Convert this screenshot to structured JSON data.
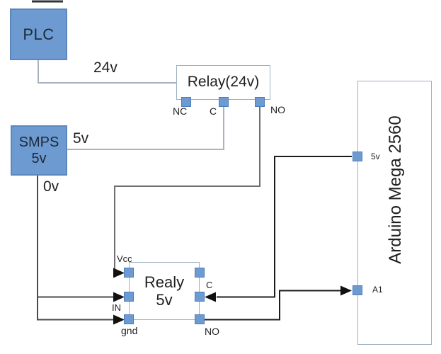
{
  "colors": {
    "bg": "#ffffff",
    "node-fill": "#6d9bd1",
    "node-border": "#5b87bc",
    "pin-fill": "#6d9bd1",
    "pin-border": "#4d7db8",
    "outline": "#9fb0c2",
    "wire-light": "#a8b2c0",
    "wire-gray": "#6f6f6f",
    "wire-dark": "#4a4a4a",
    "wire-black": "#1c1c1c",
    "arrow": "#111111",
    "text": "#1f1f1f"
  },
  "nodes": {
    "plc": {
      "label": "PLC"
    },
    "smps": {
      "line1": "SMPS",
      "line2": "5v"
    },
    "relay24": {
      "label": "Relay(24v)",
      "pin_nc": "NC",
      "pin_c": "C",
      "pin_no": "NO"
    },
    "relay5": {
      "line1": "Realy",
      "line2": "5v",
      "pin_vcc": "Vcc",
      "pin_in": "IN",
      "pin_gnd": "gnd",
      "pin_c": "C",
      "pin_no": "NO"
    },
    "arduino": {
      "label": "Arduino Mega 2560",
      "pin_5v": "5v",
      "pin_a1": "A1"
    }
  },
  "wire_labels": {
    "plc_to_relay": "24v",
    "smps_out": "5v",
    "smps_gnd": "0v"
  }
}
